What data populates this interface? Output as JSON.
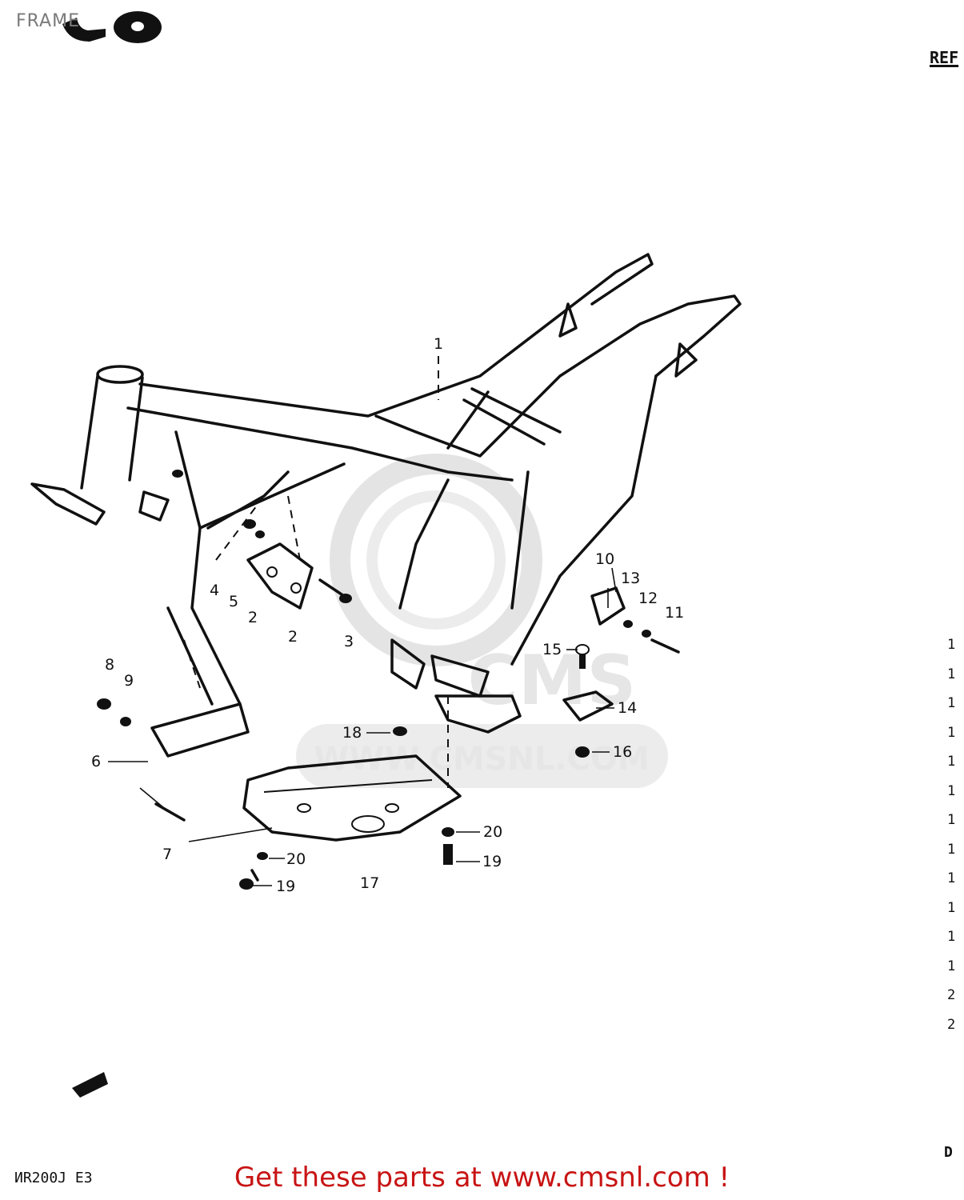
{
  "header": {
    "title": "FRAME",
    "ref_label": "REF"
  },
  "footer": {
    "model_code": "ИR200J E3",
    "banner": "Get these parts at www.cmsnl.com !",
    "page_marker": "D"
  },
  "watermark": {
    "text": "WWW.CMSNL.COM",
    "logo_letters": "CMS"
  },
  "callouts": [
    "1",
    "2",
    "2",
    "3",
    "4",
    "5",
    "6",
    "7",
    "8",
    "9",
    "10",
    "11",
    "12",
    "13",
    "14",
    "15",
    "16",
    "17",
    "18",
    "19",
    "19",
    "20",
    "20"
  ],
  "edge_marks": [
    "1",
    "1",
    "1",
    "1",
    "1",
    "1",
    "1",
    "1",
    "1",
    "1",
    "1",
    "1",
    "2",
    "2"
  ],
  "colors": {
    "line": "#111111",
    "banner": "#c81414",
    "watermark": "#e6e6e6",
    "title": "#7a7a7a"
  }
}
